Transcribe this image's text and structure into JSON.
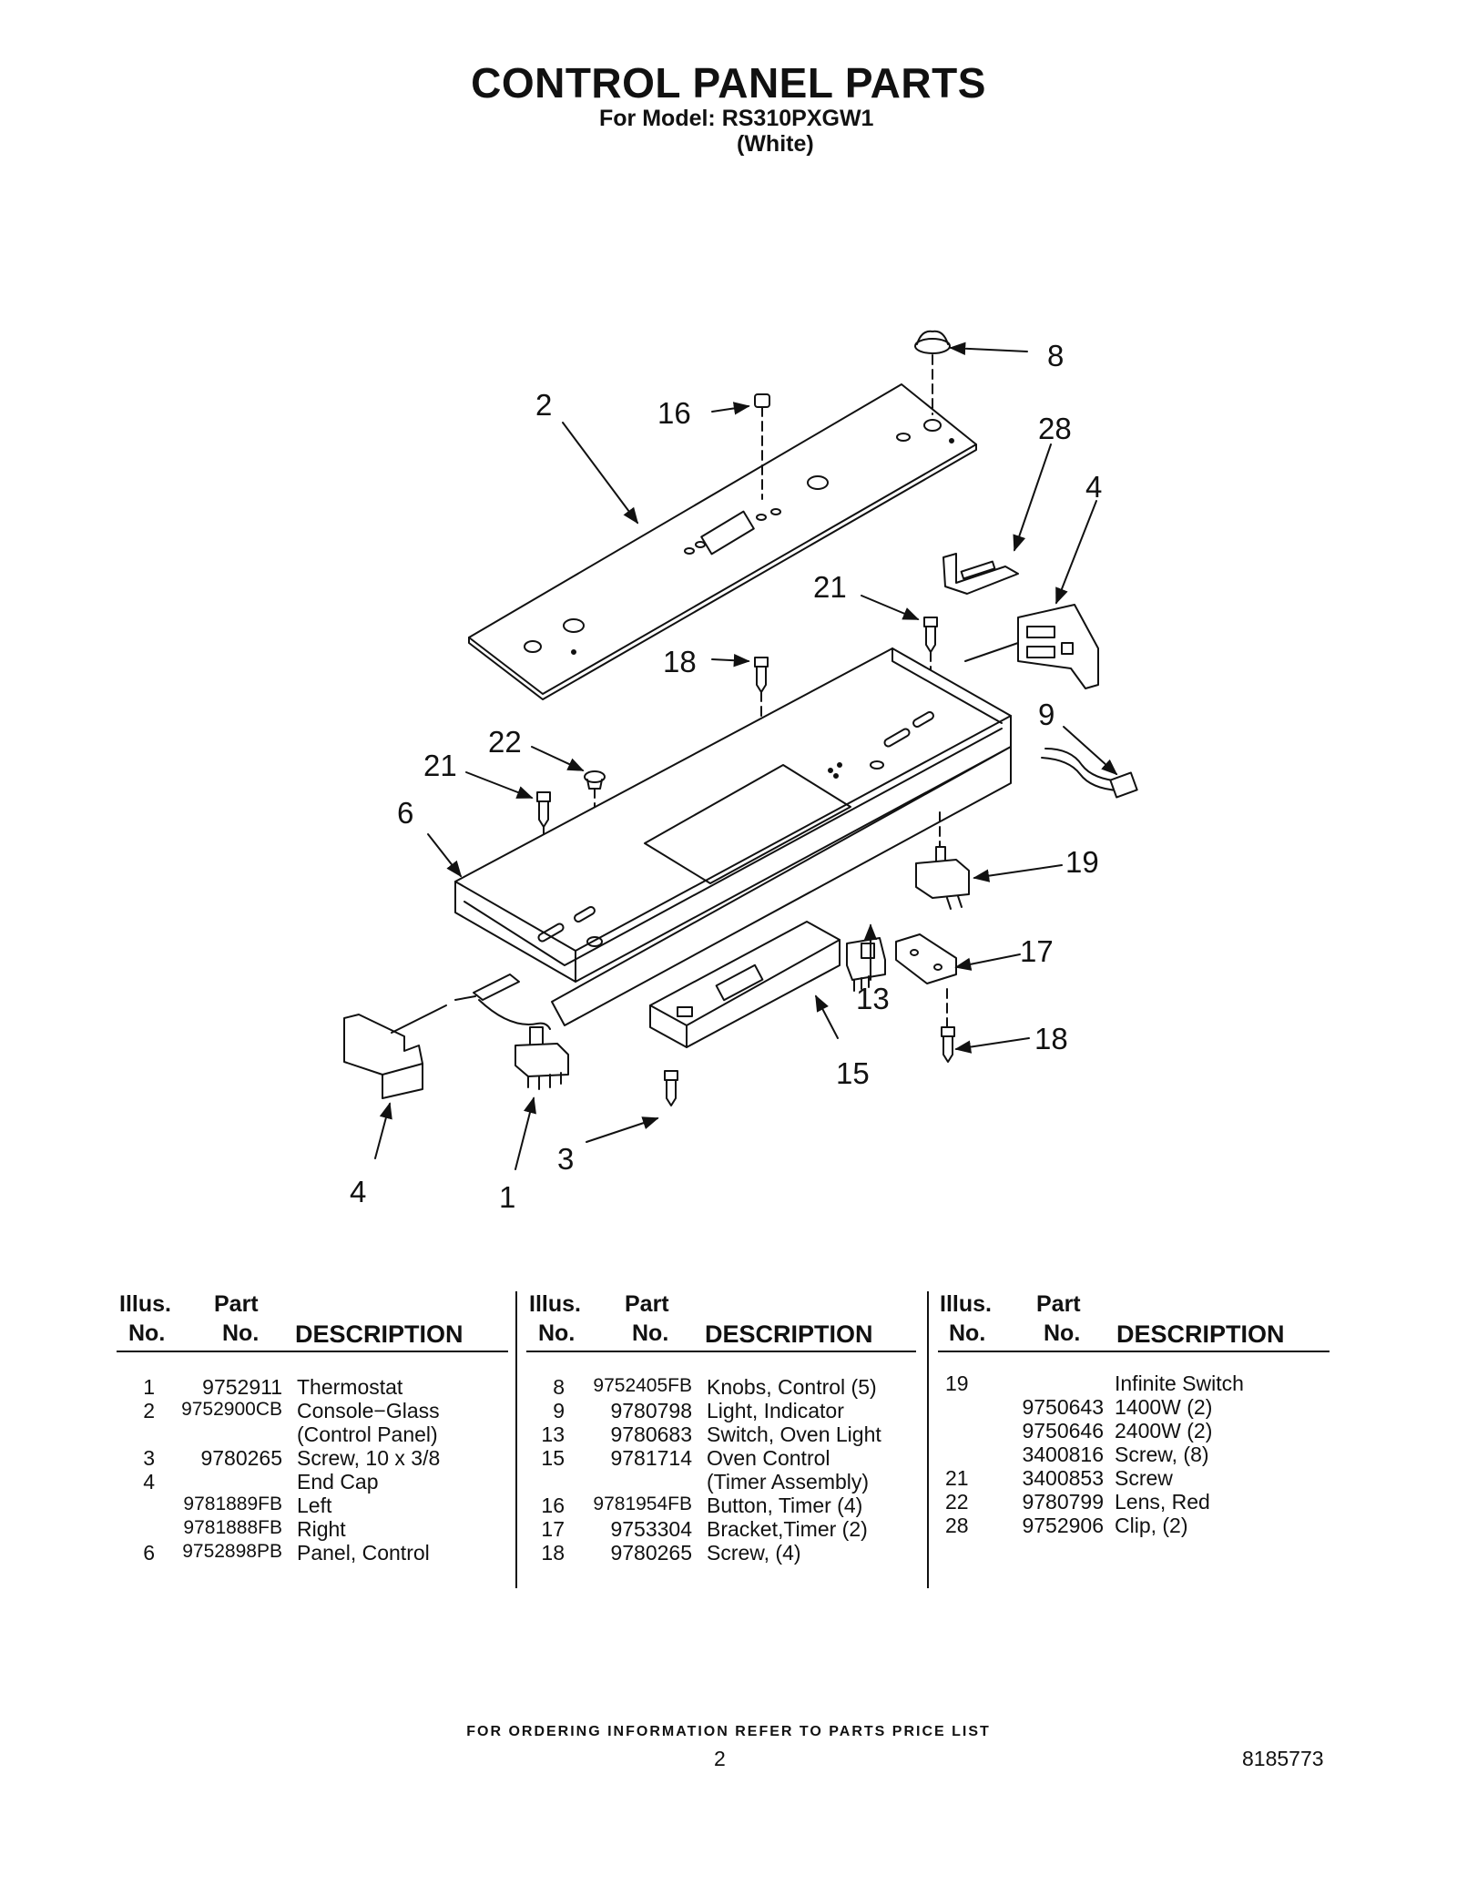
{
  "header": {
    "title": "CONTROL PANEL PARTS",
    "model_line": "For Model: RS310PXGW1",
    "variant": "(White)"
  },
  "diagram_callouts": [
    "8",
    "16",
    "2",
    "28",
    "4",
    "21",
    "18",
    "9",
    "22",
    "21",
    "6",
    "19",
    "17",
    "13",
    "18",
    "15",
    "3",
    "4",
    "1"
  ],
  "table": {
    "header_illus": "Illus.",
    "header_no": "No.",
    "header_part": "Part",
    "header_part_no": "No.",
    "header_description": "DESCRIPTION",
    "columns": [
      [
        {
          "illus": "1",
          "part": "9752911",
          "desc": "Thermostat"
        },
        {
          "illus": "2",
          "part": "9752900CB",
          "desc": "Console−Glass"
        },
        {
          "illus": "",
          "part": "",
          "desc": "(Control Panel)"
        },
        {
          "illus": "3",
          "part": "9780265",
          "desc": "Screw, 10 x 3/8"
        },
        {
          "illus": "4",
          "part": "",
          "desc": "End Cap"
        },
        {
          "illus": "",
          "part": "9781889FB",
          "desc": "Left"
        },
        {
          "illus": "",
          "part": "9781888FB",
          "desc": "Right"
        },
        {
          "illus": "6",
          "part": "9752898PB",
          "desc": "Panel, Control"
        }
      ],
      [
        {
          "illus": "8",
          "part": "9752405FB",
          "desc": "Knobs, Control (5)"
        },
        {
          "illus": "9",
          "part": "9780798",
          "desc": "Light, Indicator"
        },
        {
          "illus": "13",
          "part": "9780683",
          "desc": "Switch, Oven Light"
        },
        {
          "illus": "15",
          "part": "9781714",
          "desc": "Oven Control"
        },
        {
          "illus": "",
          "part": "",
          "desc": "(Timer Assembly)"
        },
        {
          "illus": "16",
          "part": "9781954FB",
          "desc": "Button, Timer (4)"
        },
        {
          "illus": "17",
          "part": "9753304",
          "desc": "Bracket,Timer (2)"
        },
        {
          "illus": "18",
          "part": "9780265",
          "desc": "Screw, (4)"
        }
      ],
      [
        {
          "illus": "19",
          "part": "",
          "desc": "Infinite Switch"
        },
        {
          "illus": "",
          "part": "9750643",
          "desc": "1400W (2)"
        },
        {
          "illus": "",
          "part": "9750646",
          "desc": "2400W (2)"
        },
        {
          "illus": "",
          "part": "3400816",
          "desc": "Screw, (8)"
        },
        {
          "illus": "21",
          "part": "3400853",
          "desc": "Screw"
        },
        {
          "illus": "22",
          "part": "9780799",
          "desc": "Lens, Red"
        },
        {
          "illus": "28",
          "part": "9752906",
          "desc": "Clip, (2)"
        }
      ]
    ]
  },
  "footer": {
    "ordering_note": "FOR ORDERING INFORMATION REFER TO PARTS PRICE LIST",
    "page_number": "2",
    "document_number": "8185773"
  }
}
